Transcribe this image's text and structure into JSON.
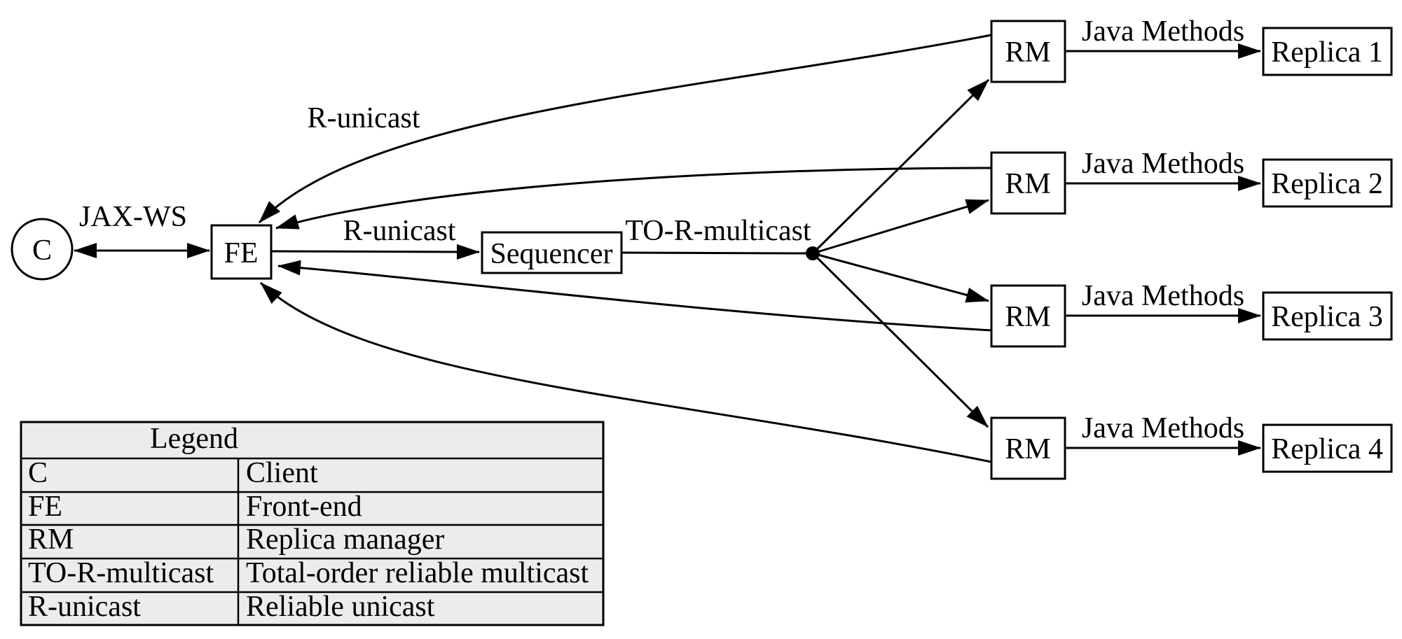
{
  "diagram": {
    "client": {
      "label": "C"
    },
    "frontend": {
      "label": "FE"
    },
    "sequencer": {
      "label": "Sequencer"
    },
    "junction": {
      "shape": "filled-dot"
    },
    "replica_managers": [
      {
        "label": "RM"
      },
      {
        "label": "RM"
      },
      {
        "label": "RM"
      },
      {
        "label": "RM"
      }
    ],
    "replicas": [
      {
        "label": "Replica 1"
      },
      {
        "label": "Replica 2"
      },
      {
        "label": "Replica 3"
      },
      {
        "label": "Replica 4"
      }
    ],
    "edge_labels": {
      "jax_ws": "JAX-WS",
      "r_unicast_return": "R-unicast",
      "r_unicast_forward": "R-unicast",
      "to_r_multicast": "TO-R-multicast",
      "java_methods": "Java Methods"
    },
    "colors": {
      "stroke": "#000000",
      "text": "#000000",
      "background": "#ffffff",
      "legend_background": "#ececec"
    }
  },
  "legend": {
    "title": "Legend",
    "rows": [
      {
        "abbr": "C",
        "meaning": "Client"
      },
      {
        "abbr": "FE",
        "meaning": "Front-end"
      },
      {
        "abbr": "RM",
        "meaning": "Replica manager"
      },
      {
        "abbr": "TO-R-multicast",
        "meaning": "Total-order reliable multicast"
      },
      {
        "abbr": "R-unicast",
        "meaning": "Reliable unicast"
      }
    ]
  }
}
